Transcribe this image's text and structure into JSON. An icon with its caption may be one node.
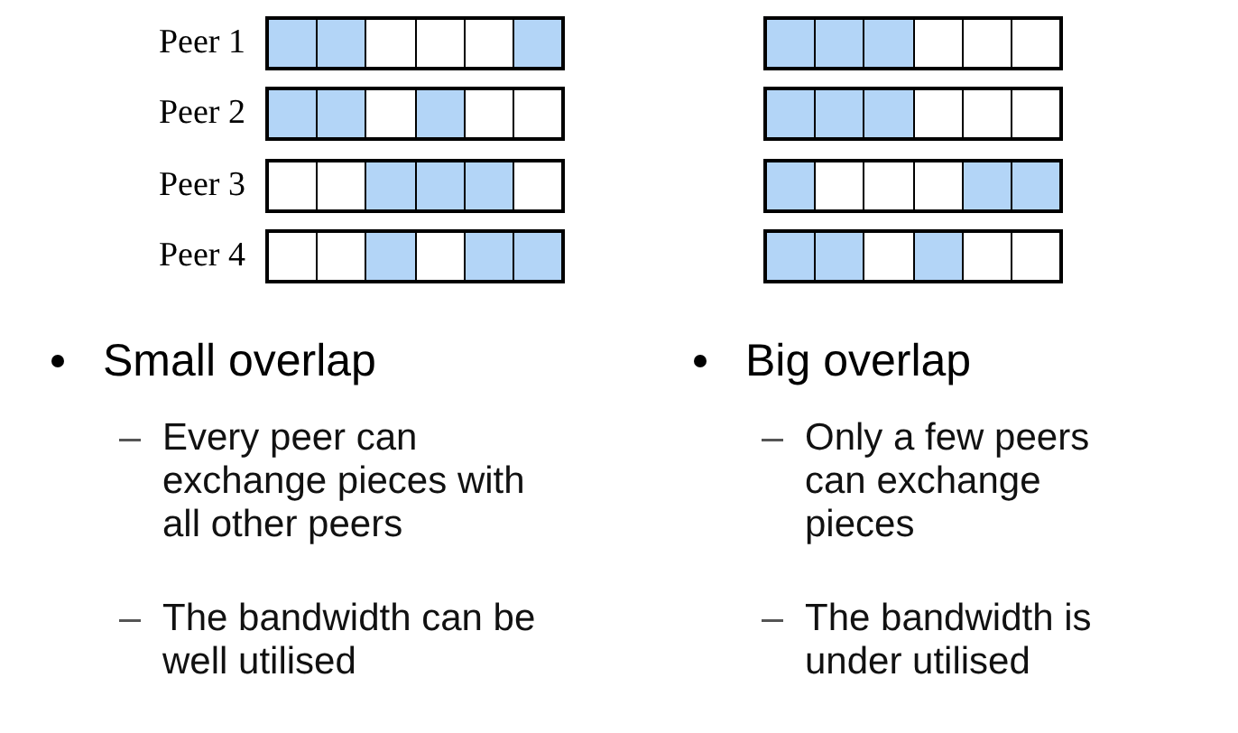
{
  "diagram": {
    "labels": [
      "Peer 1",
      "Peer 2",
      "Peer 3",
      "Peer 4",
      "Small overlap",
      "Every peer can exchange pieces with all other peers",
      "The bandwidth can be well utilised",
      "Big overlap",
      "Only a few peers can exchange pieces",
      "The bandwidth is under utilised"
    ]
  }
}
